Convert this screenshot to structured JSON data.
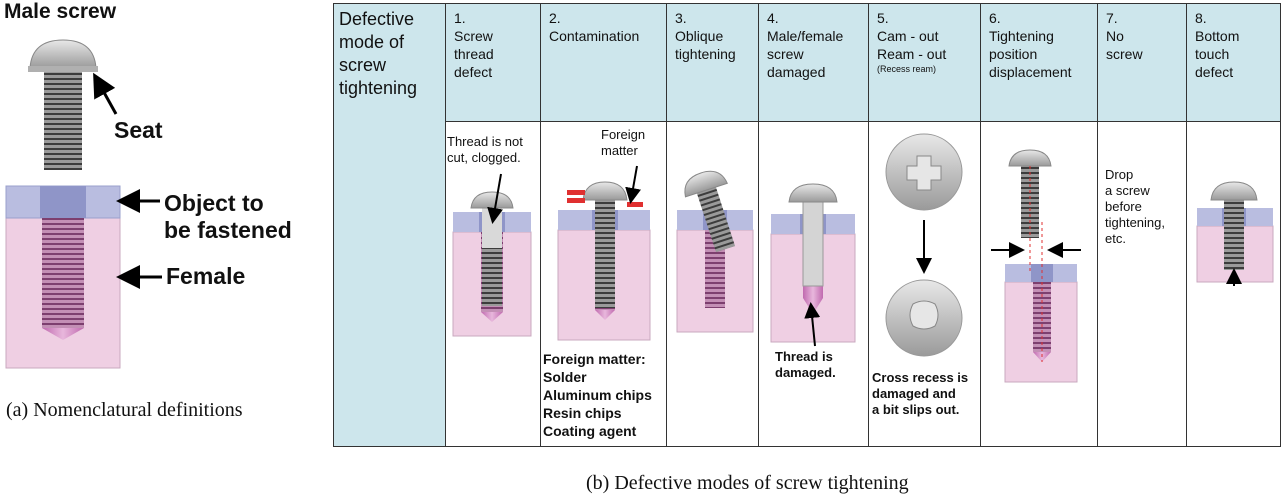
{
  "left_panel": {
    "title": "Male screw",
    "labels": {
      "seat": "Seat",
      "object": "Object to\nbe fastened",
      "female": "Female"
    },
    "caption": "(a) Nomenclatural definitions"
  },
  "table": {
    "row_header": "Defective\nmode of\nscrew\ntightening",
    "columns": [
      {
        "num": "1.",
        "label": "Screw\nthread\ndefect",
        "sub": ""
      },
      {
        "num": "2.",
        "label": "Contamination",
        "sub": ""
      },
      {
        "num": "3.",
        "label": "Oblique\ntightening",
        "sub": ""
      },
      {
        "num": "4.",
        "label": "Male/female\nscrew\ndamaged",
        "sub": ""
      },
      {
        "num": "5.",
        "label": "Cam - out\nReam - out",
        "sub": "(Recess ream)"
      },
      {
        "num": "6.",
        "label": "Tightening\nposition\ndisplacement",
        "sub": ""
      },
      {
        "num": "7.",
        "label": "No\nscrew",
        "sub": ""
      },
      {
        "num": "8.",
        "label": "Bottom\ntouch\ndefect",
        "sub": ""
      }
    ],
    "notes": {
      "thread_defect": "Thread is not\ncut, clogged.",
      "foreign_label": "Foreign\nmatter",
      "foreign_list": "Foreign matter:\nSolder\nAluminum chips\nResin chips\nCoating agent",
      "thread_damaged": "Thread is\ndamaged.",
      "cross_recess": "Cross recess is\ndamaged and\na bit slips out.",
      "drop_screw": "Drop\na screw\nbefore\ntightening,\netc."
    },
    "caption": "(b) Defective modes of screw tightening"
  },
  "colors": {
    "header_bg": "#cde6ec",
    "female_body": "#efcfe3",
    "object_plate": "#b9bde0",
    "screw_grey": "#8a8a8a",
    "highlight_red": "#e03030"
  }
}
